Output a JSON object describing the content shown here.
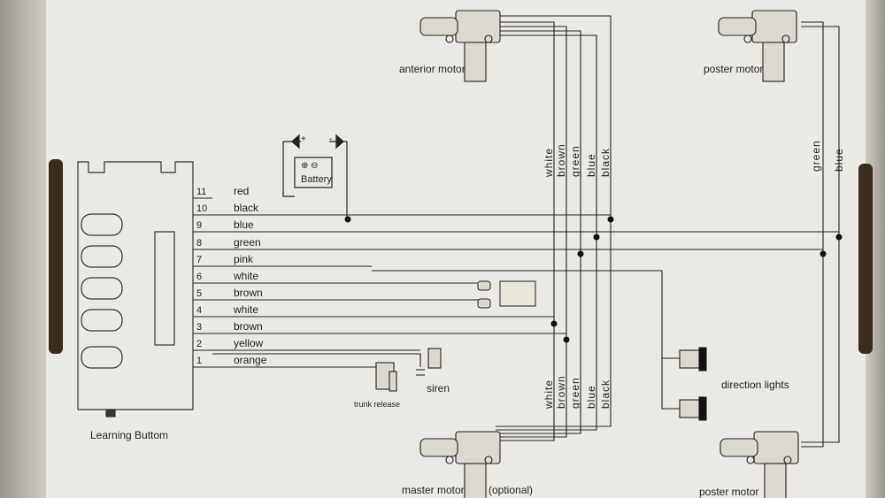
{
  "module": {
    "learning_button_label": "Learning Buttom"
  },
  "wires": [
    {
      "num": "11",
      "color": "red"
    },
    {
      "num": "10",
      "color": "black"
    },
    {
      "num": "9",
      "color": "blue"
    },
    {
      "num": "8",
      "color": "green"
    },
    {
      "num": "7",
      "color": "pink"
    },
    {
      "num": "6",
      "color": "white"
    },
    {
      "num": "5",
      "color": "brown"
    },
    {
      "num": "4",
      "color": "white"
    },
    {
      "num": "3",
      "color": "brown"
    },
    {
      "num": "2",
      "color": "yellow"
    },
    {
      "num": "1",
      "color": "orange"
    }
  ],
  "battery": {
    "label": "Battery",
    "plus": "+",
    "minus": "-"
  },
  "components": {
    "anterior_motor": "anterior motor",
    "poster_motor_top": "poster motor",
    "master_motor": "master motor",
    "optional": "(optional)",
    "poster_motor_bottom": "poster motor",
    "direction_lights": "direction lights",
    "siren": "siren",
    "trunk_release": "trunk release"
  },
  "bus_top": [
    "white",
    "brown",
    "green",
    "blue",
    "black"
  ],
  "bus_bottom": [
    "white",
    "brown",
    "green",
    "blue",
    "black"
  ],
  "rear_bus": [
    "green",
    "blue"
  ]
}
